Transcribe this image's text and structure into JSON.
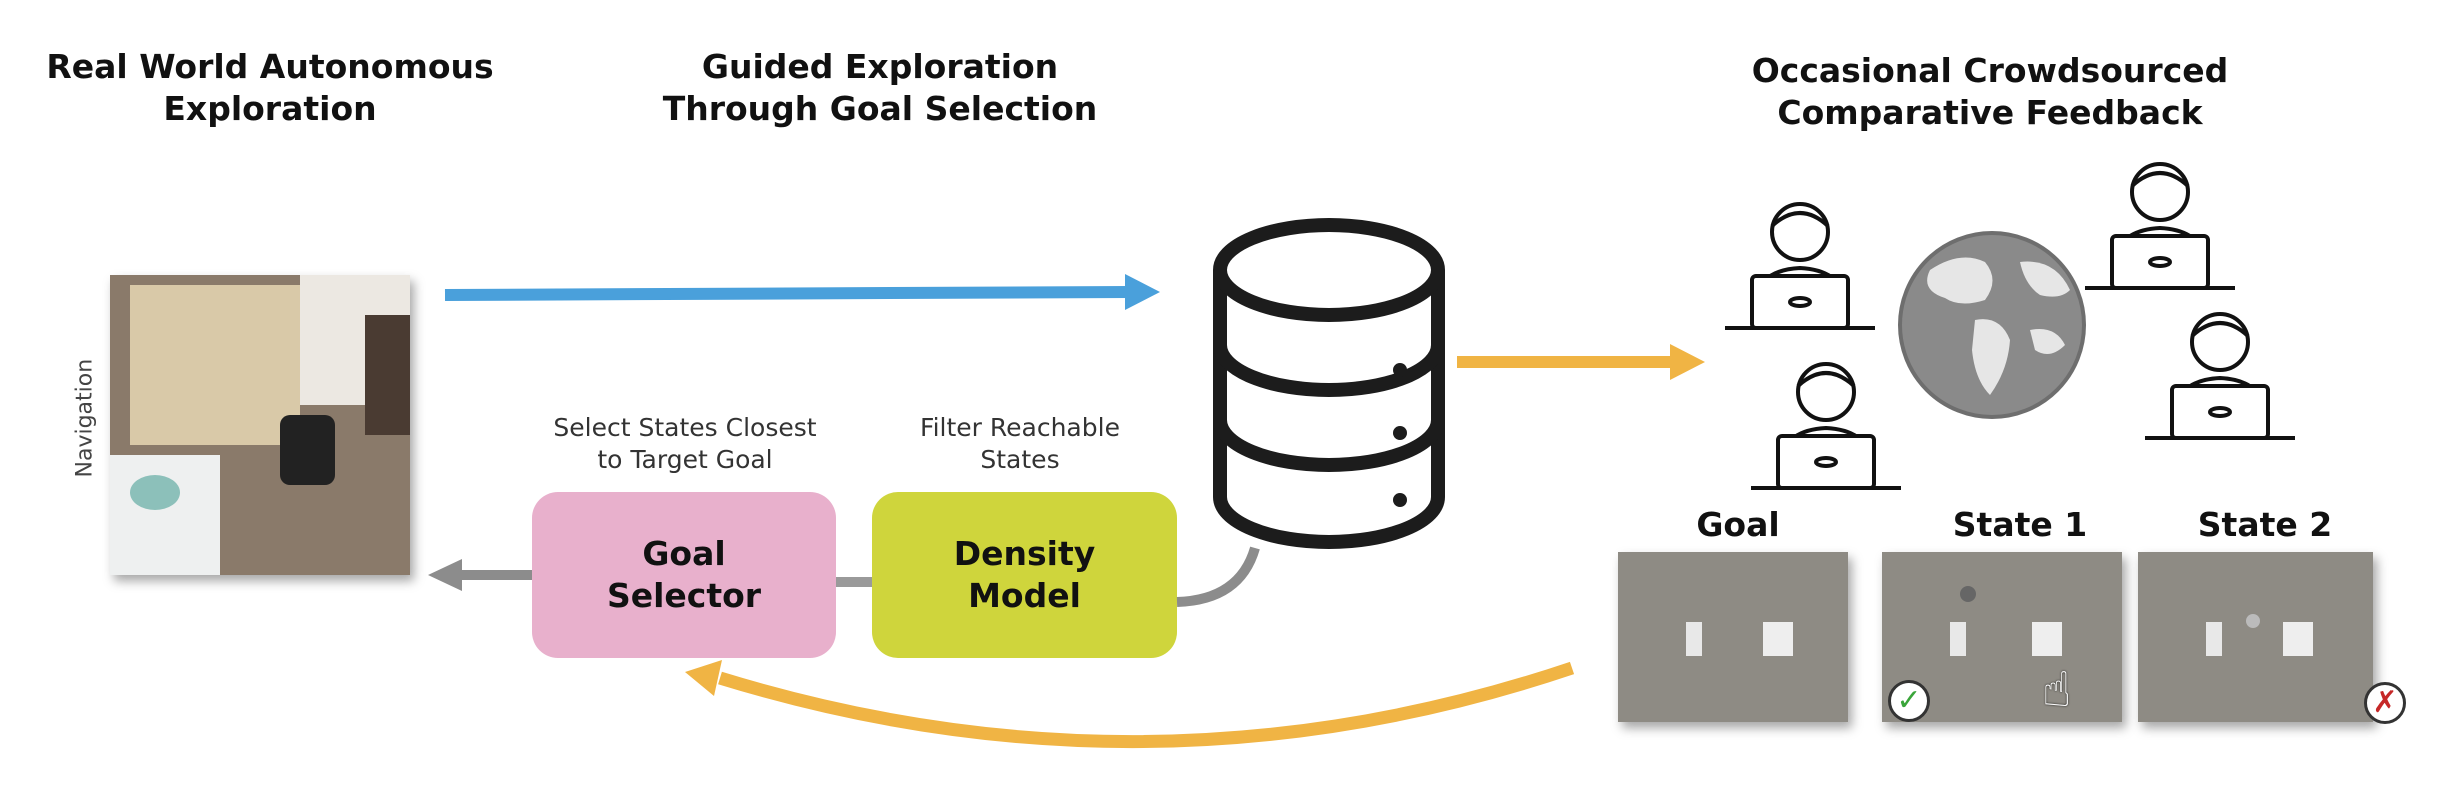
{
  "headings": {
    "exploration": "Real World Autonomous\nExploration",
    "guided": "Guided Exploration\nThrough Goal Selection",
    "feedback": "Occasional Crowdsourced\nComparative Feedback"
  },
  "side_label": "Navigation",
  "captions": {
    "goal_selector": "Select States Closest\nto Target Goal",
    "density": "Filter Reachable\nStates"
  },
  "boxes": {
    "goal_selector": {
      "label": "Goal\nSelector",
      "color": "#e8b0cc"
    },
    "density": {
      "label": "Density\nModel",
      "color": "#cfd53c"
    }
  },
  "comparison": {
    "labels": [
      "Goal",
      "State 1",
      "State 2"
    ]
  },
  "colors": {
    "blue_arrow": "#4aa0db",
    "orange_arrow": "#f0b444",
    "gray_arrow": "#8c8c8c"
  },
  "icons": [
    "database-icon",
    "globe-icon",
    "person-laptop-icon",
    "checkmark-icon",
    "cross-icon",
    "hand-pointer-icon"
  ]
}
